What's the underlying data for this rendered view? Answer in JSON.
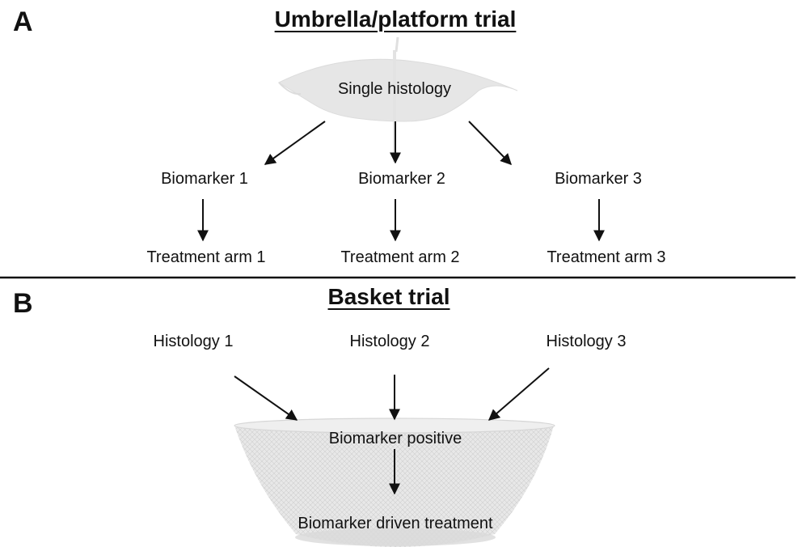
{
  "panel_a": {
    "letter": "A",
    "title": "Umbrella/platform trial",
    "root": "Single histology",
    "biomarkers": [
      "Biomarker 1",
      "Biomarker 2",
      "Biomarker 3"
    ],
    "treatments": [
      "Treatment arm 1",
      "Treatment arm 2",
      "Treatment arm 3"
    ]
  },
  "panel_b": {
    "letter": "B",
    "title": "Basket trial",
    "histologies": [
      "Histology 1",
      "Histology 2",
      "Histology 3"
    ],
    "pool": "Biomarker positive",
    "treatment": "Biomarker driven treatment"
  },
  "colors": {
    "illustration": "#e6e6e6",
    "ink": "#111111"
  }
}
